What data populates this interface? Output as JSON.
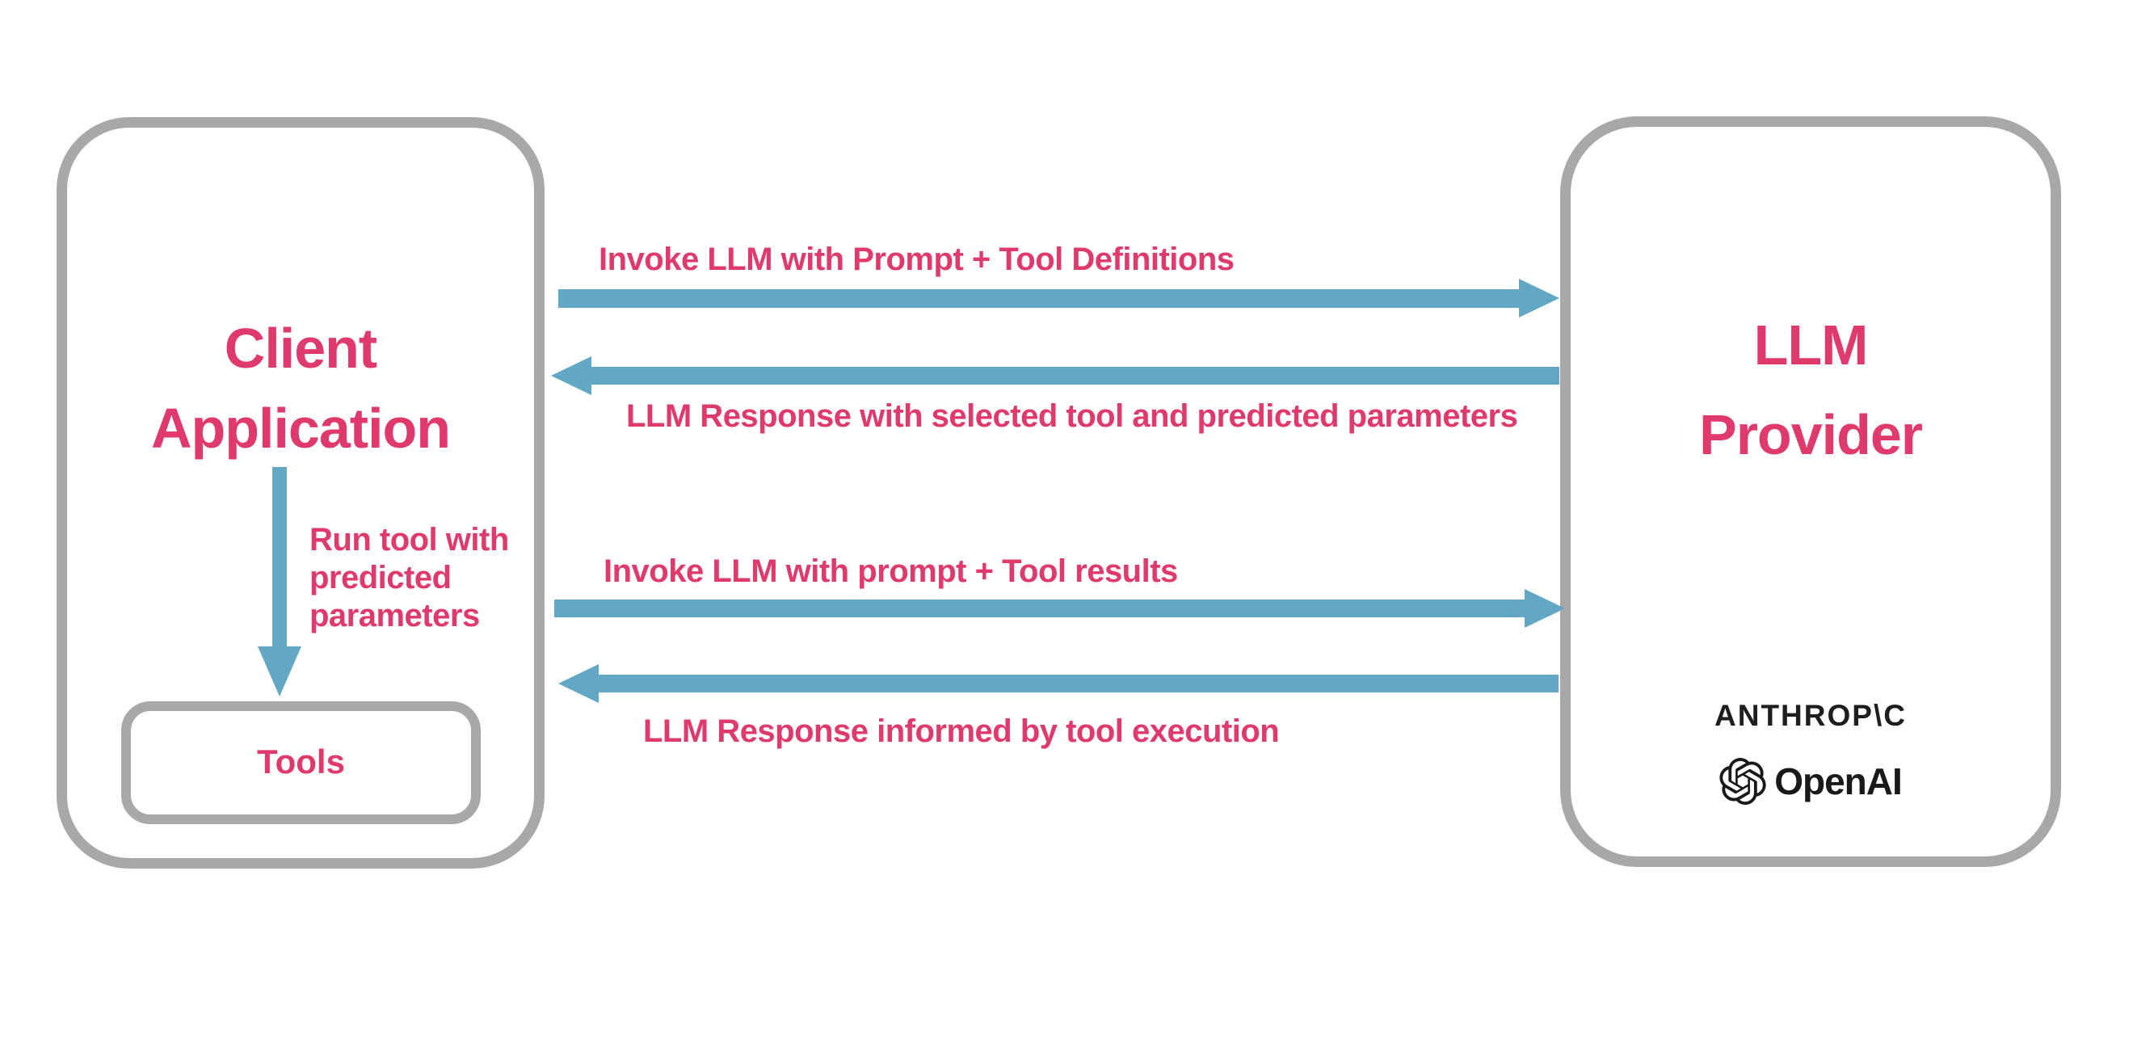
{
  "diagram": {
    "client_box": {
      "title_line1": "Client",
      "title_line2": "Application",
      "tools_label": "Tools",
      "run_tool_label_lines": [
        "Run tool with",
        "predicted",
        "parameters"
      ]
    },
    "llm_box": {
      "title_line1": "LLM",
      "title_line2": "Provider",
      "anthropic_wordmark": "ANTHROP\\C",
      "openai_wordmark": "OpenAI"
    },
    "arrows": [
      {
        "id": "invoke-with-definitions",
        "direction": "right",
        "label": "Invoke LLM with Prompt + Tool Definitions"
      },
      {
        "id": "response-selected-tool",
        "direction": "left",
        "label": "LLM Response with selected tool and predicted parameters"
      },
      {
        "id": "invoke-with-results",
        "direction": "right",
        "label": "Invoke LLM with prompt + Tool results"
      },
      {
        "id": "response-informed",
        "direction": "left",
        "label": "LLM Response informed by tool execution"
      },
      {
        "id": "run-tool",
        "direction": "down",
        "label": "Run tool with predicted parameters"
      }
    ],
    "colors": {
      "accent_pink": "#E03A6C",
      "arrow_blue": "#62A8C4",
      "border_gray": "#A8A8A8",
      "logo_black": "#1E1E1E"
    }
  }
}
